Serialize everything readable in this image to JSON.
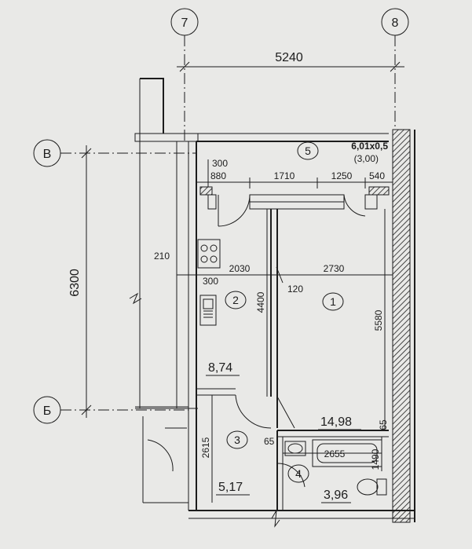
{
  "axes": {
    "col7": "7",
    "col8": "8",
    "rowB": "В",
    "rowBe": "Б"
  },
  "dims": {
    "overall_width": "5240",
    "overall_height": "6300",
    "d300_top": "300",
    "d880": "880",
    "d1710": "1710",
    "d1250": "1250",
    "d540": "540",
    "d210": "210",
    "d2030": "2030",
    "d300_mid": "300",
    "d2730": "2730",
    "d4400": "4400",
    "d120": "120",
    "d5580": "5580",
    "d2615": "2615",
    "d65_a": "65",
    "d65_b": "65",
    "d2655": "2655",
    "d1490": "1490"
  },
  "balcony": {
    "size": "6,01x0,5",
    "area": "(3,00)",
    "number": "5"
  },
  "rooms": [
    {
      "number": "1",
      "area": "14,98"
    },
    {
      "number": "2",
      "area": "8,74"
    },
    {
      "number": "3",
      "area": "5,17"
    },
    {
      "number": "4",
      "area": "3,96"
    }
  ]
}
